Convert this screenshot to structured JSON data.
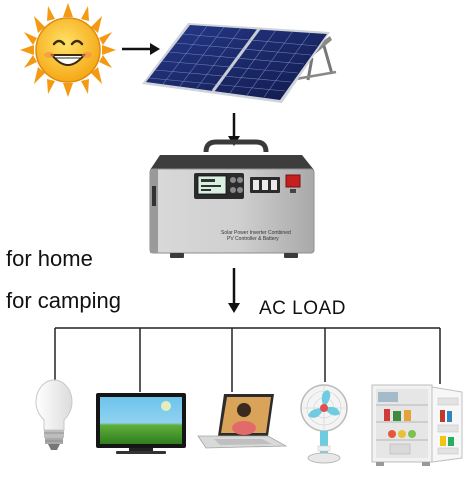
{
  "labels": {
    "for_home": "for home",
    "for_camping": "for camping",
    "ac_load": "AC LOAD"
  },
  "device": {
    "caption_line1": "Solar Power Inverter Combined",
    "caption_line2": "PV Controller & Battery"
  },
  "icons": [
    "sun-icon",
    "solar-panel-icon",
    "power-station-icon",
    "light-bulb-icon",
    "television-icon",
    "laptop-icon",
    "electric-fan-icon",
    "refrigerator-icon"
  ],
  "colors": {
    "sun": "#f7b61a",
    "sun_rays": "#f39a12",
    "panel": "#1b2a6b",
    "panel_grid": "#9fb2e0",
    "device_body": "#c9c9c9",
    "device_dark": "#3a3a3a",
    "arrow": "#111111",
    "tv_screen": "#4aa3d8",
    "fan_blue": "#6ecbe0"
  }
}
